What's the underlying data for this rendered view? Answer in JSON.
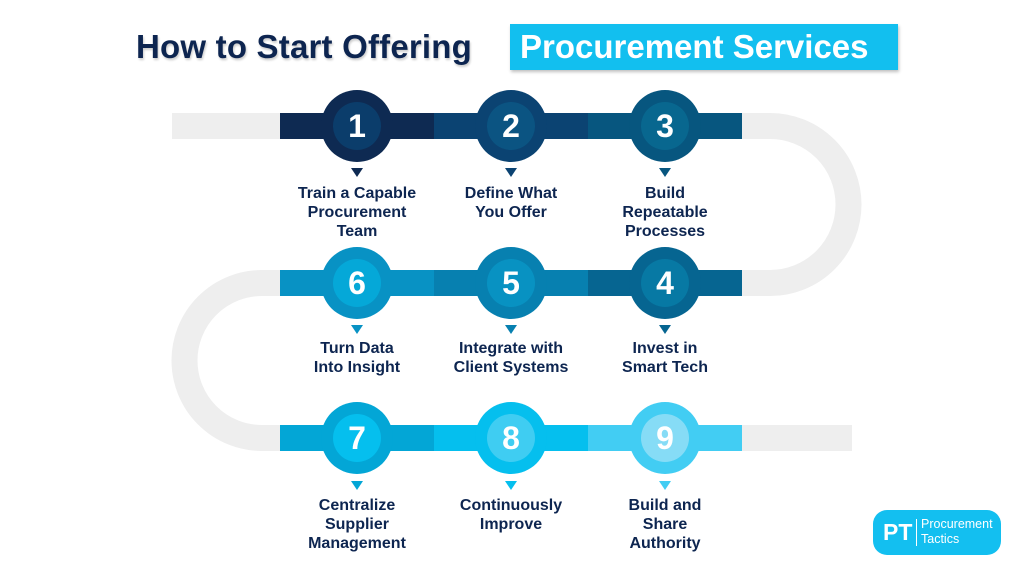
{
  "title": {
    "prefix": "How to Start Offering",
    "highlight": "Procurement Services"
  },
  "steps": [
    {
      "number": "1",
      "label_lines": [
        "Train a Capable",
        "Procurement",
        "Team"
      ],
      "outer": "#0e2a52",
      "inner": "#0b3d6b",
      "bar": "#0e2a52"
    },
    {
      "number": "2",
      "label_lines": [
        "Define What",
        "You Offer"
      ],
      "outer": "#0b4372",
      "inner": "#0b5482",
      "bar": "#0b4372"
    },
    {
      "number": "3",
      "label_lines": [
        "Build",
        "Repeatable",
        "Processes"
      ],
      "outer": "#07567f",
      "inner": "#08678f",
      "bar": "#07567f"
    },
    {
      "number": "4",
      "label_lines": [
        "Invest in",
        "Smart Tech"
      ],
      "outer": "#066591",
      "inner": "#0779a4",
      "bar": "#066591"
    },
    {
      "number": "5",
      "label_lines": [
        "Integrate with",
        "Client Systems"
      ],
      "outer": "#0780b0",
      "inner": "#0892c2",
      "bar": "#0780b0"
    },
    {
      "number": "6",
      "label_lines": [
        "Turn Data",
        "Into Insight"
      ],
      "outer": "#0892c4",
      "inner": "#05a8d8",
      "bar": "#0892c4"
    },
    {
      "number": "7",
      "label_lines": [
        "Centralize",
        "Supplier",
        "Management"
      ],
      "outer": "#03a6d6",
      "inner": "#05bfee",
      "bar": "#03a6d6"
    },
    {
      "number": "8",
      "label_lines": [
        "Continuously",
        "Improve"
      ],
      "outer": "#05bfee",
      "inner": "#3fcdf2",
      "bar": "#05bfee"
    },
    {
      "number": "9",
      "label_lines": [
        "Build and",
        "Share",
        "Authority"
      ],
      "outer": "#42cdf3",
      "inner": "#86dcf6",
      "bar": "#42cdf3"
    }
  ],
  "logo": {
    "initials": "PT",
    "line1": "Procurement",
    "line2": "Tactics"
  },
  "colors": {
    "title_dark": "#0d2550",
    "accent": "#12bfef",
    "track_gray": "#eeeeee",
    "label_text": "#0d2550"
  }
}
